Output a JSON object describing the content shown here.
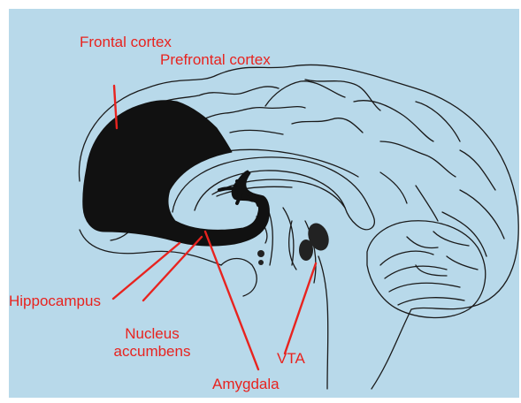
{
  "diagram": {
    "labels": {
      "frontal_cortex": "Frontal cortex",
      "prefrontal_cortex": "Prefrontal cortex",
      "hippocampus": "Hippocampus",
      "nucleus_accumbens_line1": "Nucleus",
      "nucleus_accumbens_line2": "accumbens",
      "vta": "VTA",
      "amygdala": "Amygdala"
    },
    "colors": {
      "background": "#b8d9ea",
      "label": "#e8231f",
      "outline": "#1a1a1a",
      "shaded_region": "#111111"
    }
  }
}
